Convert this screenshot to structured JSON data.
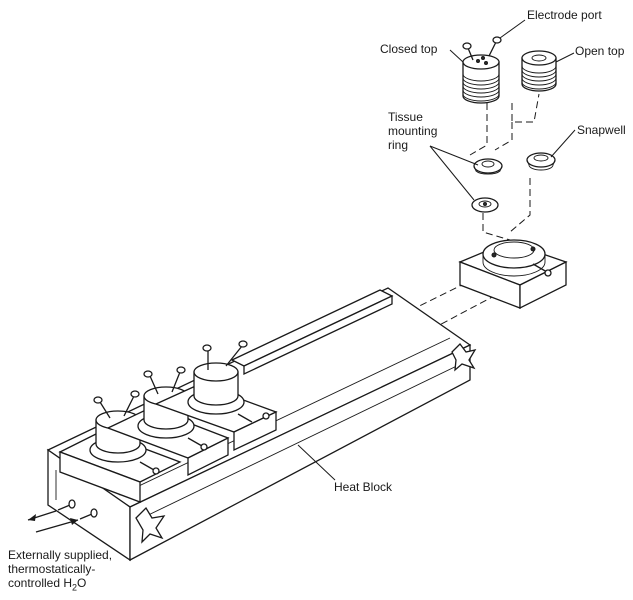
{
  "labels": {
    "electrode_port": "Electrode port",
    "closed_top": "Closed top",
    "open_top": "Open top",
    "tissue_mounting_ring_line1": "Tissue",
    "tissue_mounting_ring_line2": "mounting",
    "tissue_mounting_ring_line3": "ring",
    "snapwell": "Snapwell",
    "heat_block": "Heat Block",
    "water_line1": "Externally supplied,",
    "water_line2": "thermostatically-",
    "water_line3_prefix": "controlled H",
    "water_line3_sub": "2",
    "water_line3_suffix": "O"
  }
}
